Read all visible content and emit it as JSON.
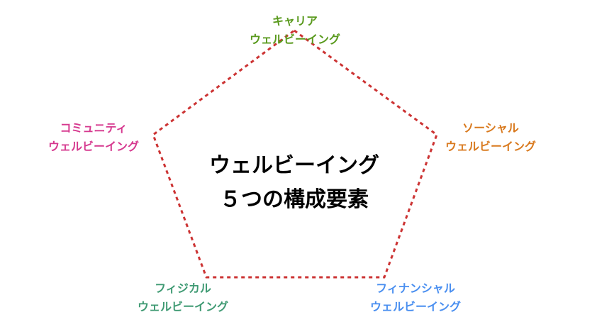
{
  "diagram": {
    "title_line1": "ウェルビーイング",
    "title_line2": "５つの構成要素",
    "outline_color": "#cc3333",
    "elements": {
      "career": {
        "line1": "キャリア",
        "line2": "ウェルビーイング",
        "color": "#5a9a1e"
      },
      "social": {
        "line1": "ソーシャル",
        "line2": "ウェルビーイング",
        "color": "#d97a1f"
      },
      "community": {
        "line1": "コミュニティ",
        "line2": "ウェルビーイング",
        "color": "#d6398f"
      },
      "physical": {
        "line1": "フィジカル",
        "line2": "ウェルビーイング",
        "color": "#3f9a73"
      },
      "financial": {
        "line1": "フィナンシャル",
        "line2": "ウェルビーイング",
        "color": "#4a8ff0"
      }
    }
  }
}
